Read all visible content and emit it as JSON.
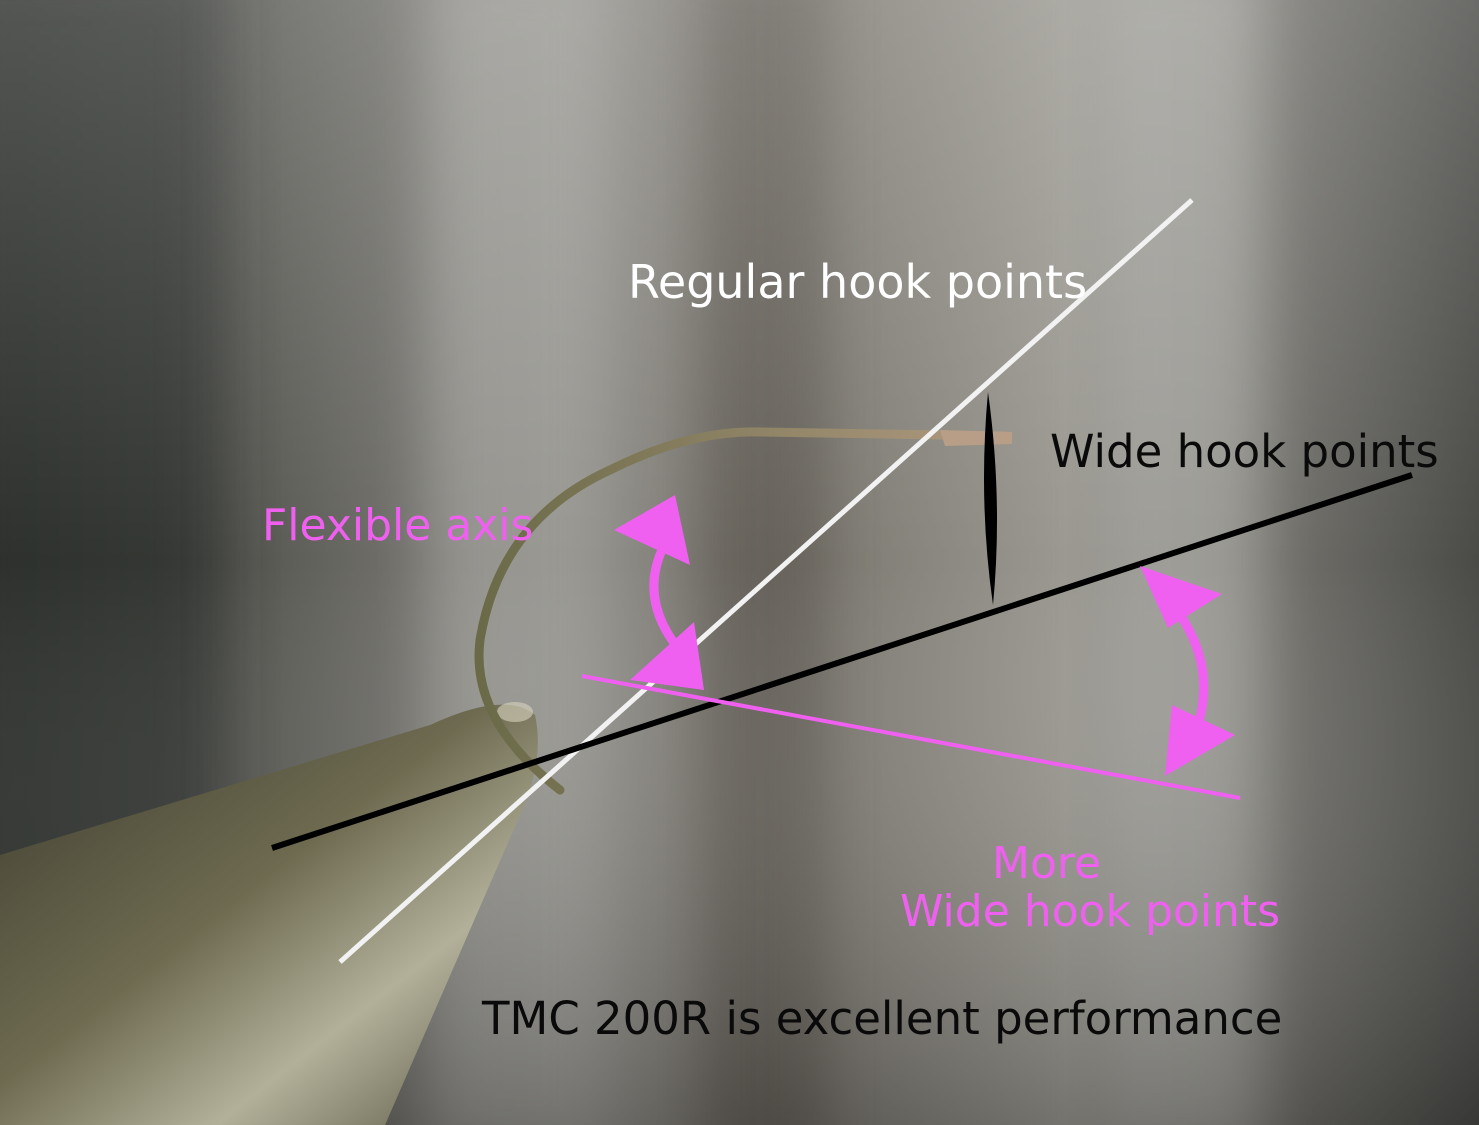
{
  "labels": {
    "regular_hook_points": "Regular hook points",
    "wide_hook_points": "Wide hook points",
    "flexible_axis": "Flexible axis",
    "more_line1": "More",
    "more_line2": "Wide hook points",
    "caption": "TMC 200R is excellent performance"
  },
  "colors": {
    "annotation_magenta": "#f060f0",
    "annotation_black": "#000000",
    "annotation_white": "#ffffff"
  }
}
